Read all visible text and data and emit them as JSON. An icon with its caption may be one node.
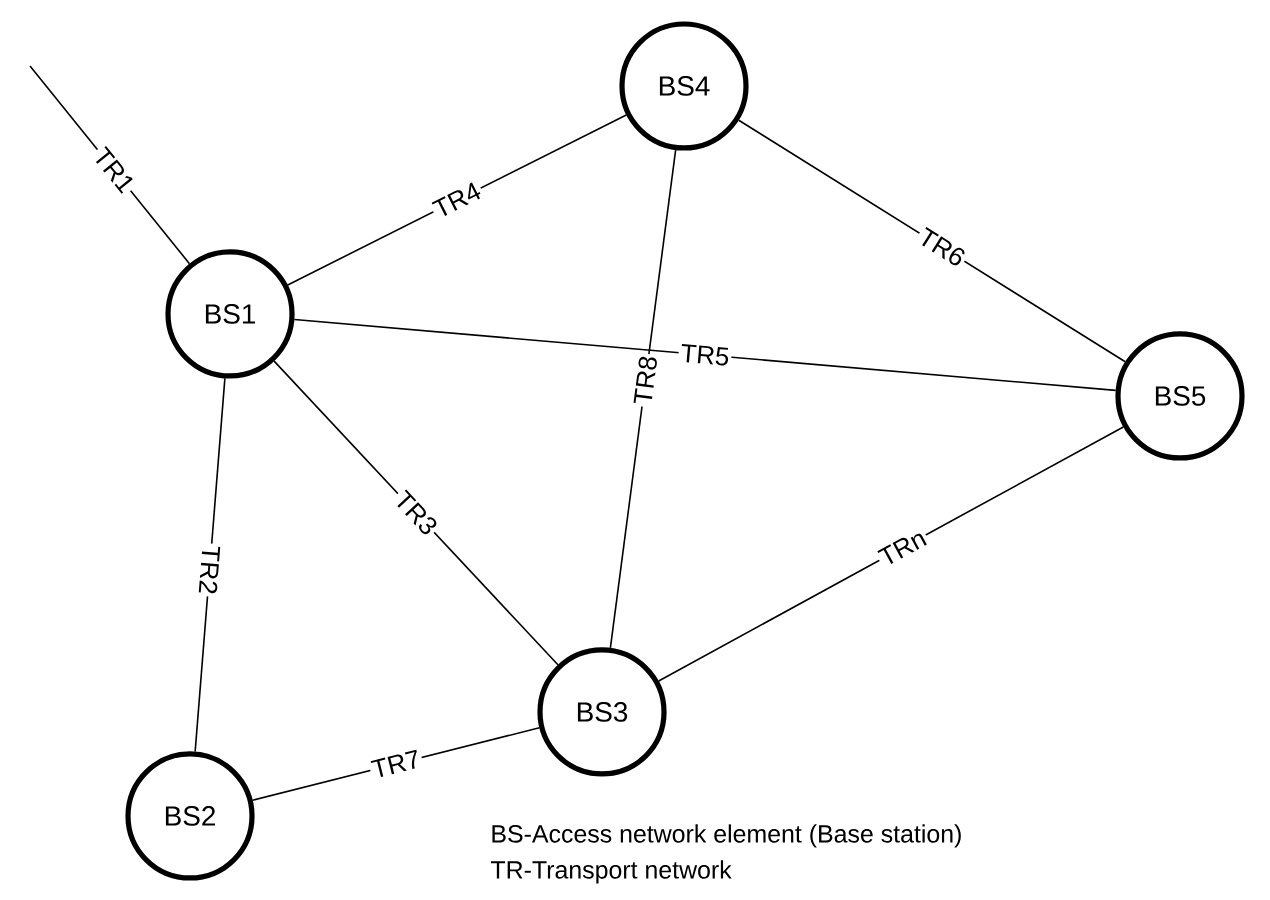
{
  "diagram": {
    "nodes": [
      {
        "text": [
          "BS4"
        ]
      },
      {
        "text": [
          "BS1"
        ]
      },
      {
        "text": [
          "BS5"
        ]
      },
      {
        "text": [
          "BS3"
        ]
      },
      {
        "text": [
          "BS2"
        ]
      }
    ],
    "edges": [
      {
        "from": null,
        "to": 1,
        "arrow": "none",
        "label": "TR1"
      },
      {
        "from": 1,
        "to": 0,
        "arrow": "none",
        "label": "TR4"
      },
      {
        "from": 0,
        "to": 2,
        "arrow": "none",
        "label": "TR6"
      },
      {
        "from": 1,
        "to": 2,
        "arrow": "none",
        "label": "TR5"
      },
      {
        "from": 0,
        "to": 3,
        "arrow": "none",
        "label": "TR8"
      },
      {
        "from": 1,
        "to": 4,
        "arrow": "none",
        "label": "TR2"
      },
      {
        "from": 1,
        "to": 3,
        "arrow": "none",
        "label": "TR3"
      },
      {
        "from": 4,
        "to": 3,
        "arrow": "none",
        "label": "TR7"
      },
      {
        "from": 3,
        "to": 2,
        "arrow": "none",
        "label": "TRn"
      }
    ],
    "labels": [
      "BS-Access network element (Base station)",
      "TR-Transport network"
    ]
  }
}
